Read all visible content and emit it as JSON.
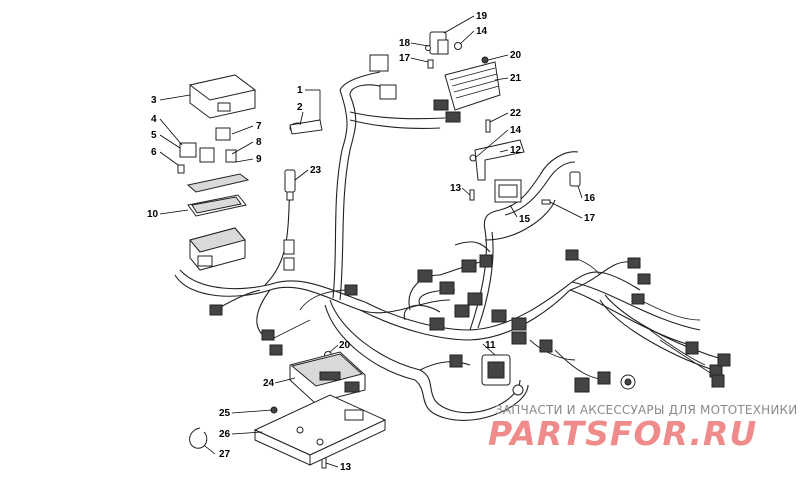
{
  "callouts": {
    "c1": "1",
    "c2": "2",
    "c3": "3",
    "c4": "4",
    "c5": "5",
    "c6": "6",
    "c7": "7",
    "c8": "8",
    "c9": "9",
    "c10": "10",
    "c11": "11",
    "c12": "12",
    "c13a": "13",
    "c13b": "13",
    "c14a": "14",
    "c14b": "14",
    "c15": "15",
    "c16": "16",
    "c17a": "17",
    "c17b": "17",
    "c18": "18",
    "c19": "19",
    "c20a": "20",
    "c20b": "20",
    "c21": "21",
    "c22": "22",
    "c23": "23",
    "c24": "24",
    "c25": "25",
    "c26": "26",
    "c27": "27"
  },
  "watermark": {
    "tagline": "ЗАПЧАСТИ И АКСЕССУАРЫ ДЛЯ МОТОТЕХНИКИ",
    "logo": "PARTSFOR.RU"
  }
}
